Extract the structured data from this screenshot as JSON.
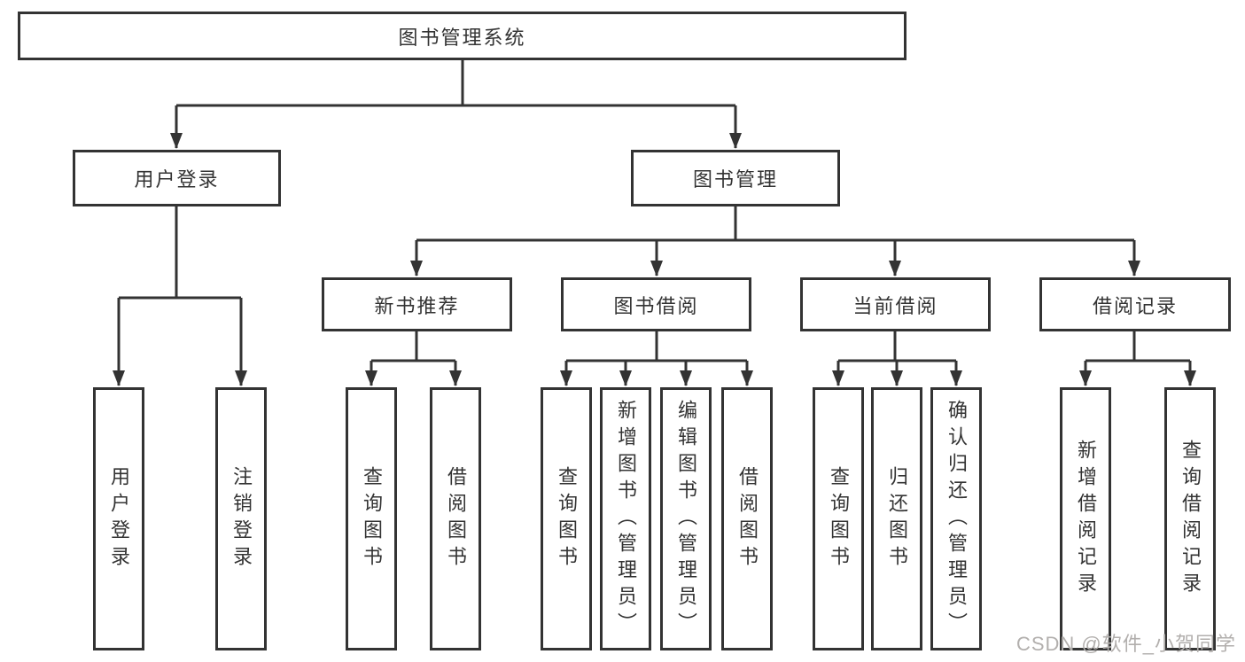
{
  "colors": {
    "line": "#333333",
    "box_border": "#333333",
    "text": "#333333",
    "watermark_text": "#b2afad",
    "background": "#ffffff"
  },
  "watermark": {
    "text": "CSDN @软件_小贺同学"
  },
  "tree": {
    "label": "图书管理系统",
    "children": [
      {
        "label": "用户登录",
        "children": [
          {
            "label": "用户登录"
          },
          {
            "label": "注销登录"
          }
        ]
      },
      {
        "label": "图书管理",
        "children": [
          {
            "label": "新书推荐",
            "children": [
              {
                "label": "查询图书"
              },
              {
                "label": "借阅图书"
              }
            ]
          },
          {
            "label": "图书借阅",
            "children": [
              {
                "label": "查询图书"
              },
              {
                "label": "新增图书（管理员）"
              },
              {
                "label": "编辑图书（管理员）"
              },
              {
                "label": "借阅图书"
              }
            ]
          },
          {
            "label": "当前借阅",
            "children": [
              {
                "label": "查询图书"
              },
              {
                "label": "归还图书"
              },
              {
                "label": "确认归还（管理员）"
              }
            ]
          },
          {
            "label": "借阅记录",
            "children": [
              {
                "label": "新增借阅记录"
              },
              {
                "label": "查询借阅记录"
              }
            ]
          }
        ]
      }
    ]
  }
}
